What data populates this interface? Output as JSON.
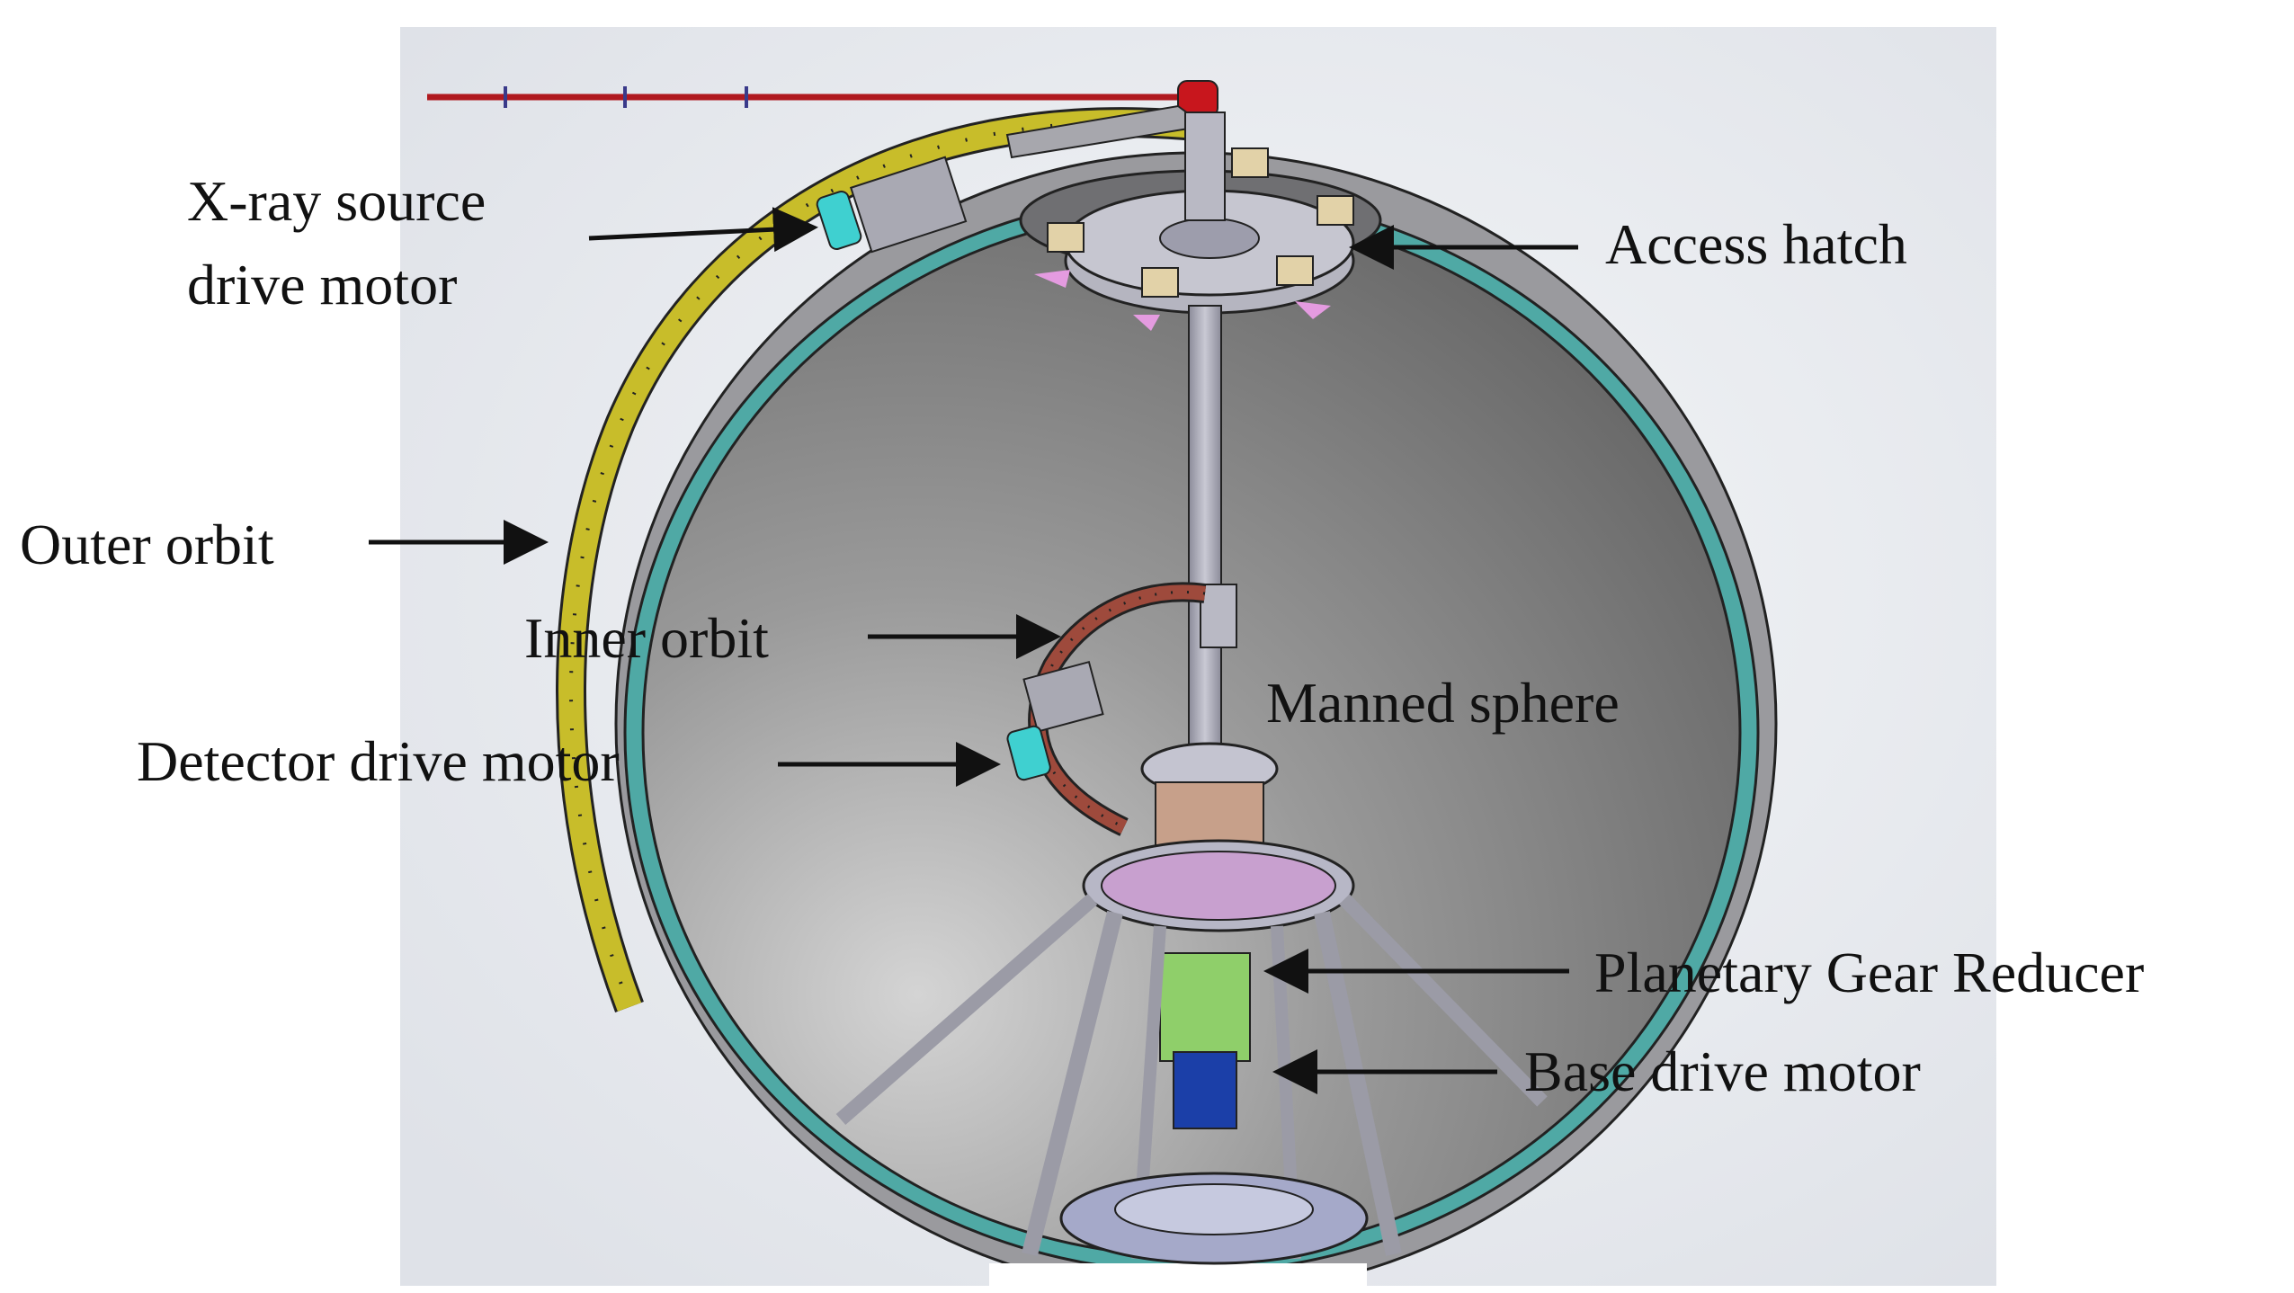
{
  "labels": {
    "xray_motor_line1": "X-ray source",
    "xray_motor_line2": "drive motor",
    "access_hatch": "Access hatch",
    "outer_orbit": "Outer orbit",
    "inner_orbit": "Inner orbit",
    "manned_sphere": "Manned sphere",
    "detector_motor": "Detector drive motor",
    "planetary_gear": "Planetary Gear Reducer",
    "base_motor": "Base drive motor"
  },
  "colors": {
    "shell_rim": "#4fa9a5",
    "sphere_interior": "#8a8a8a",
    "outer_orbit": "#c8bd2a",
    "inner_orbit": "#9e4a3c",
    "motor_cyan": "#3fd0d0",
    "gear_green": "#8fcf6a",
    "base_motor_blue": "#1b3fa8",
    "top_rod": "#b0191f",
    "frame": "#a8a8b8",
    "pink_parts": "#e49be0"
  }
}
